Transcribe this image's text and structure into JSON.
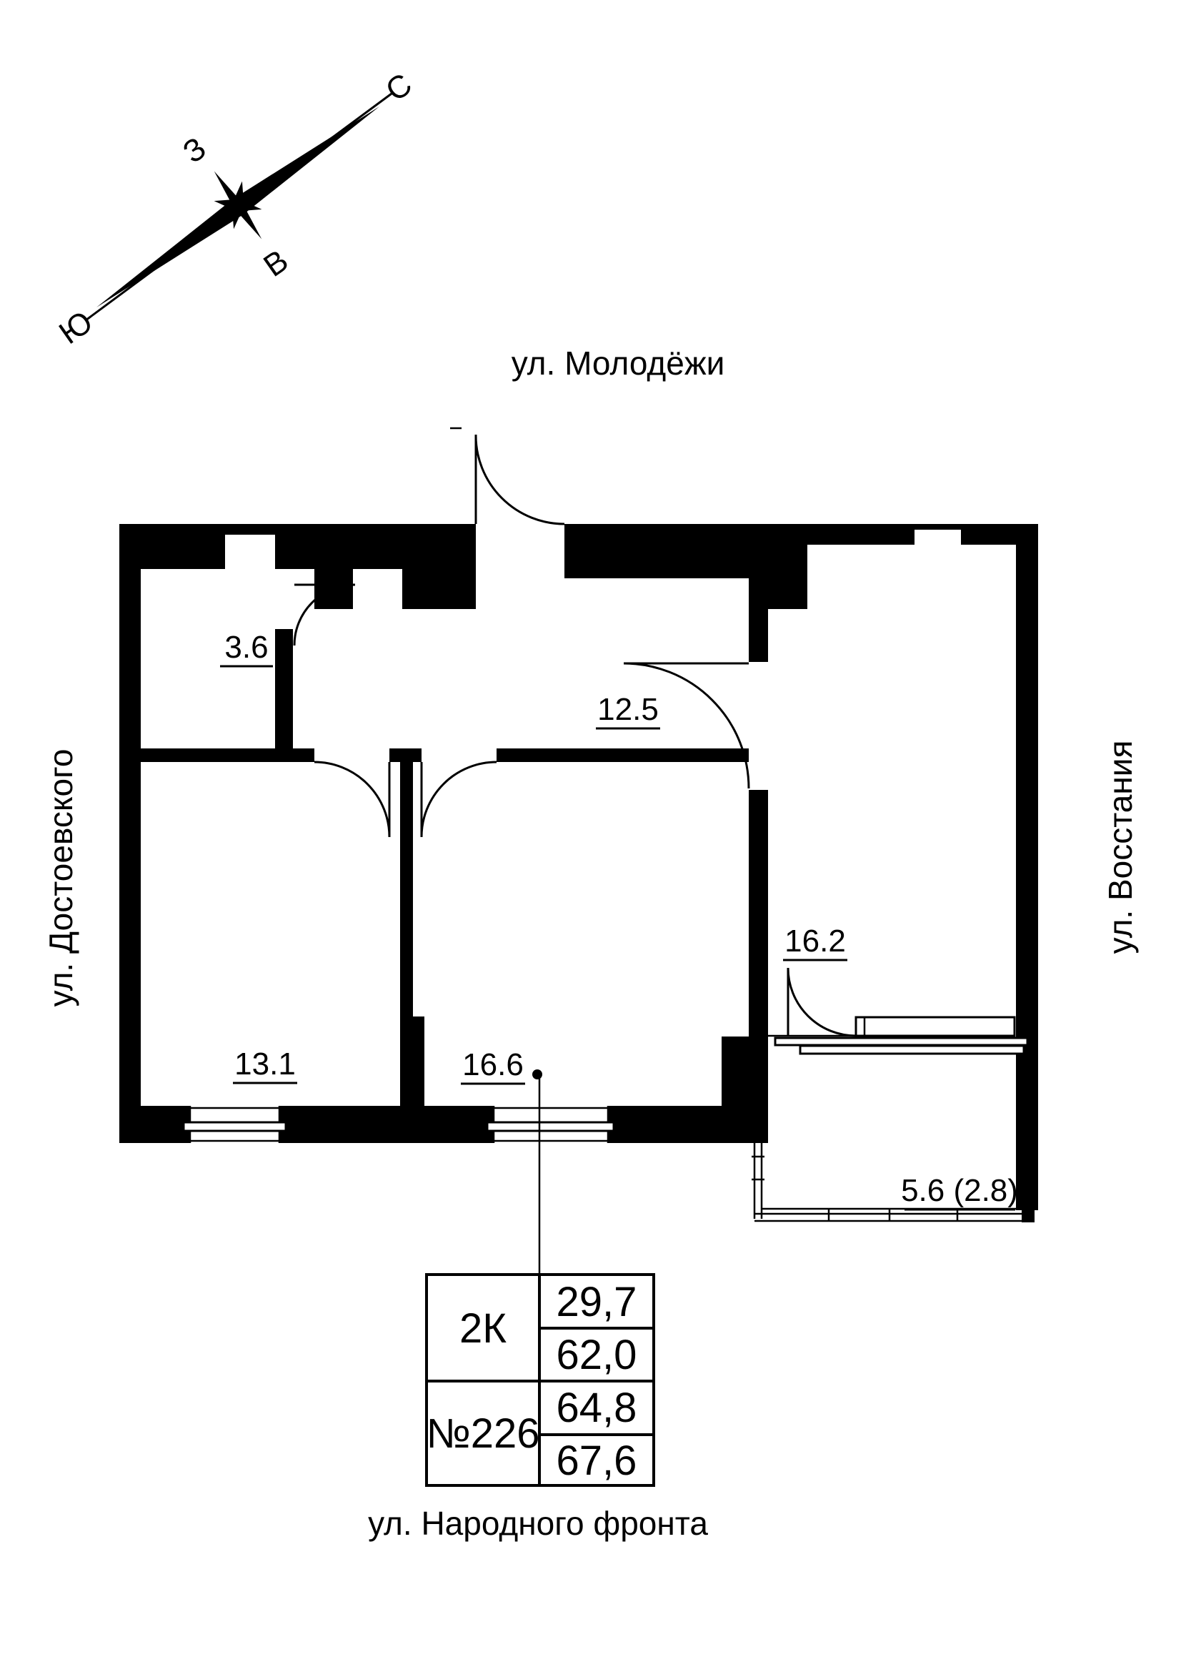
{
  "compass": {
    "north": "С",
    "west": "З",
    "east": "В",
    "south": "Ю"
  },
  "streets": {
    "top": "ул. Молодёжи",
    "left": "ул. Достоевского",
    "right": "ул. Восстания",
    "bottom": "ул. Народного фронта"
  },
  "rooms": {
    "bathroom": {
      "area": "3.6"
    },
    "hall": {
      "area": "12.5"
    },
    "bedroom": {
      "area": "13.1"
    },
    "living": {
      "area": "16.6"
    },
    "kitchen": {
      "area": "16.2"
    },
    "balcony": {
      "area": "5.6 (2.8)"
    }
  },
  "info_table": {
    "type": "2К",
    "number": "№226",
    "values": [
      "29,7",
      "62,0",
      "64,8",
      "67,6"
    ]
  },
  "colors": {
    "ink": "#000000",
    "background": "#ffffff"
  }
}
